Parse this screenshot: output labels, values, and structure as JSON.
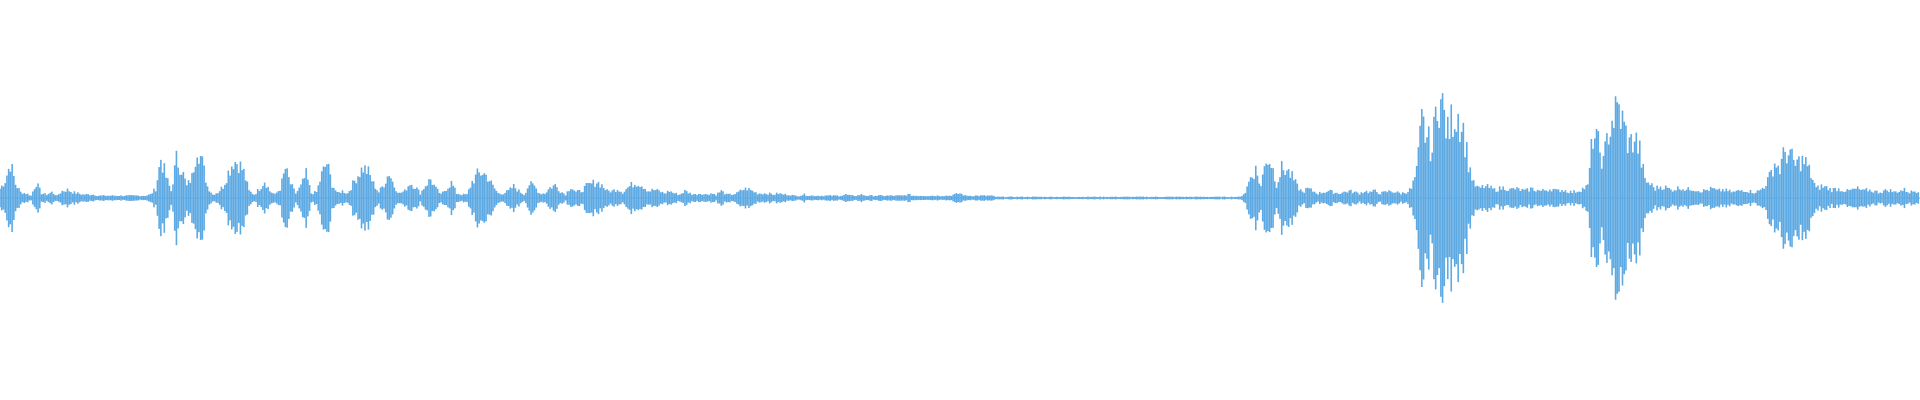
{
  "waveform": {
    "color": "#5DA9E3",
    "background": "#FFFFFF",
    "envelope": [
      0.08,
      0.15,
      0.3,
      0.12,
      0.05,
      0.04,
      0.02,
      0.13,
      0.04,
      0.03,
      0.05,
      0.02,
      0.06,
      0.07,
      0.05,
      0.04,
      0.03,
      0.03,
      0.03,
      0.02,
      0.02,
      0.02,
      0.02,
      0.02,
      0.02,
      0.02,
      0.02,
      0.02,
      0.02,
      0.03,
      0.08,
      0.34,
      0.18,
      0.06,
      0.33,
      0.25,
      0.1,
      0.18,
      0.46,
      0.3,
      0.1,
      0.03,
      0.05,
      0.1,
      0.22,
      0.32,
      0.3,
      0.22,
      0.06,
      0.03,
      0.08,
      0.15,
      0.06,
      0.03,
      0.08,
      0.25,
      0.12,
      0.04,
      0.1,
      0.2,
      0.04,
      0.05,
      0.2,
      0.3,
      0.12,
      0.04,
      0.06,
      0.04,
      0.12,
      0.2,
      0.26,
      0.22,
      0.12,
      0.05,
      0.12,
      0.22,
      0.1,
      0.04,
      0.06,
      0.13,
      0.1,
      0.04,
      0.11,
      0.16,
      0.08,
      0.03,
      0.08,
      0.13,
      0.04,
      0.03,
      0.03,
      0.14,
      0.2,
      0.22,
      0.18,
      0.1,
      0.04,
      0.04,
      0.06,
      0.1,
      0.06,
      0.03,
      0.12,
      0.1,
      0.04,
      0.04,
      0.09,
      0.11,
      0.06,
      0.03,
      0.1,
      0.05,
      0.06,
      0.1,
      0.12,
      0.14,
      0.11,
      0.06,
      0.06,
      0.08,
      0.05,
      0.09,
      0.12,
      0.13,
      0.1,
      0.06,
      0.07,
      0.06,
      0.04,
      0.06,
      0.04,
      0.03,
      0.06,
      0.04,
      0.03,
      0.04,
      0.03,
      0.04,
      0.03,
      0.06,
      0.03,
      0.03,
      0.04,
      0.07,
      0.08,
      0.06,
      0.04,
      0.04,
      0.04,
      0.03,
      0.04,
      0.03,
      0.03,
      0.02,
      0.02,
      0.03,
      0.02,
      0.02,
      0.02,
      0.02,
      0.02,
      0.02,
      0.02,
      0.03,
      0.02,
      0.02,
      0.03,
      0.02,
      0.02,
      0.02,
      0.02,
      0.02,
      0.02,
      0.02,
      0.02,
      0.03,
      0.02,
      0.02,
      0.02,
      0.02,
      0.02,
      0.02,
      0.02,
      0.02,
      0.03,
      0.04,
      0.02,
      0.02,
      0.02,
      0.02,
      0.02,
      0.02,
      0.01,
      0.01,
      0.01,
      0.01,
      0.01,
      0.01,
      0.01,
      0.01,
      0.01,
      0.01,
      0.01,
      0.01,
      0.01,
      0.01,
      0.01,
      0.01,
      0.01,
      0.01,
      0.01,
      0.01,
      0.01,
      0.01,
      0.01,
      0.01,
      0.01,
      0.01,
      0.01,
      0.01,
      0.01,
      0.01,
      0.01,
      0.01,
      0.01,
      0.01,
      0.01,
      0.01,
      0.01,
      0.01,
      0.01,
      0.01,
      0.01,
      0.01,
      0.01,
      0.01,
      0.01,
      0.01,
      0.01,
      0.01,
      0.05,
      0.18,
      0.24,
      0.1,
      0.35,
      0.3,
      0.12,
      0.25,
      0.24,
      0.18,
      0.1,
      0.05,
      0.08,
      0.06,
      0.04,
      0.05,
      0.06,
      0.05,
      0.04,
      0.05,
      0.06,
      0.05,
      0.04,
      0.06,
      0.05,
      0.06,
      0.04,
      0.05,
      0.06,
      0.05,
      0.04,
      0.05,
      0.08,
      0.22,
      0.65,
      0.52,
      0.4,
      0.88,
      0.78,
      0.55,
      0.7,
      0.72,
      0.58,
      0.3,
      0.12,
      0.08,
      0.1,
      0.09,
      0.07,
      0.08,
      0.09,
      0.07,
      0.08,
      0.07,
      0.06,
      0.08,
      0.07,
      0.06,
      0.07,
      0.08,
      0.06,
      0.07,
      0.06,
      0.05,
      0.06,
      0.08,
      0.1,
      0.55,
      0.45,
      0.3,
      0.58,
      0.7,
      0.75,
      0.6,
      0.45,
      0.52,
      0.4,
      0.15,
      0.12,
      0.08,
      0.1,
      0.09,
      0.07,
      0.08,
      0.09,
      0.07,
      0.08,
      0.07,
      0.06,
      0.07,
      0.08,
      0.06,
      0.07,
      0.06,
      0.05,
      0.06,
      0.07,
      0.06,
      0.05,
      0.06,
      0.1,
      0.18,
      0.3,
      0.25,
      0.4,
      0.36,
      0.28,
      0.32,
      0.3,
      0.2,
      0.08,
      0.1,
      0.09,
      0.07,
      0.08,
      0.07,
      0.06,
      0.07,
      0.08,
      0.06,
      0.07,
      0.06,
      0.05,
      0.06,
      0.07,
      0.05,
      0.06,
      0.07,
      0.05,
      0.06
    ]
  }
}
